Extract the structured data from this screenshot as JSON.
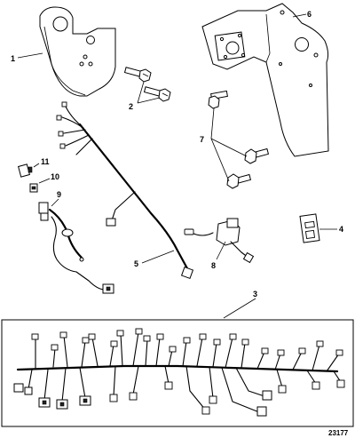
{
  "diagram": {
    "figure_number": "23177",
    "callouts": [
      {
        "id": "1",
        "text": "1"
      },
      {
        "id": "2",
        "text": "2"
      },
      {
        "id": "3",
        "text": "3"
      },
      {
        "id": "4",
        "text": "4"
      },
      {
        "id": "5",
        "text": "5"
      },
      {
        "id": "6",
        "text": "6"
      },
      {
        "id": "7",
        "text": "7"
      },
      {
        "id": "8",
        "text": "8"
      },
      {
        "id": "9",
        "text": "9"
      },
      {
        "id": "10",
        "text": "10"
      },
      {
        "id": "11",
        "text": "11"
      }
    ]
  }
}
